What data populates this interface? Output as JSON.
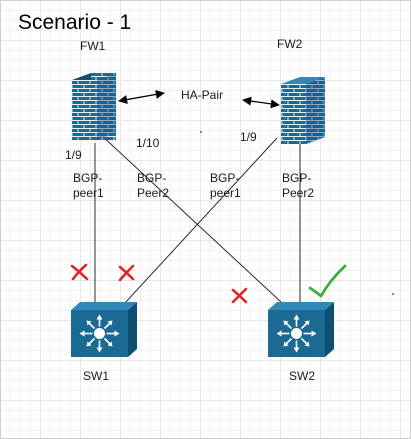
{
  "title": "Scenario - 1",
  "devices": {
    "fw1": {
      "label": "FW1",
      "icon": "firewall-icon"
    },
    "fw2": {
      "label": "FW2",
      "icon": "firewall-icon"
    },
    "sw1": {
      "label": "SW1",
      "icon": "layer3-switch-icon"
    },
    "sw2": {
      "label": "SW2",
      "icon": "layer3-switch-icon"
    }
  },
  "ha_label": "HA-Pair",
  "interfaces": {
    "fw1_left": "1/9",
    "fw1_right": "1/10",
    "fw2_left": "1/9"
  },
  "peers": {
    "fw1_peer1": [
      "BGP-",
      "peer1"
    ],
    "fw1_peer2": [
      "BGP-",
      "Peer2"
    ],
    "fw2_peer1": [
      "BGP-",
      "peer1"
    ],
    "fw2_peer2": [
      "BGP-",
      "Peer2"
    ]
  },
  "colors": {
    "device_fill": "#1b6a94",
    "device_top": "#2e88b8",
    "failed_mark": "#e2232a",
    "ok_mark": "#3aae3a",
    "link": "#2b2b2b"
  },
  "link_status": {
    "fw1_to_sw1": "failed",
    "fw2_to_sw1": "failed",
    "fw1_to_sw2": "failed",
    "fw2_to_sw2": "ok"
  }
}
